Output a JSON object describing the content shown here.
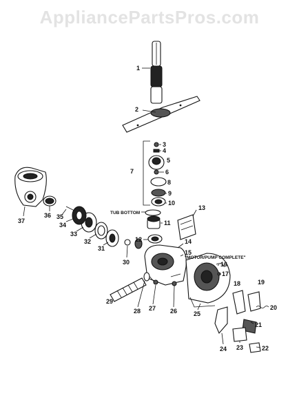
{
  "watermark": "AppliancePartsPros.com",
  "captions": {
    "tub_bottom": "TUB BOTTOM",
    "motor_pump": "\"MOTOR/PUMP COMPLETE\""
  },
  "callouts": [
    "1",
    "2",
    "3",
    "4",
    "5",
    "6",
    "7",
    "8",
    "9",
    "10",
    "11",
    "12",
    "13",
    "14",
    "15",
    "16",
    "17",
    "18",
    "19",
    "20",
    "21",
    "22",
    "23",
    "24",
    "25",
    "26",
    "27",
    "28",
    "29",
    "30",
    "31",
    "32",
    "33",
    "34",
    "35",
    "36",
    "37"
  ]
}
